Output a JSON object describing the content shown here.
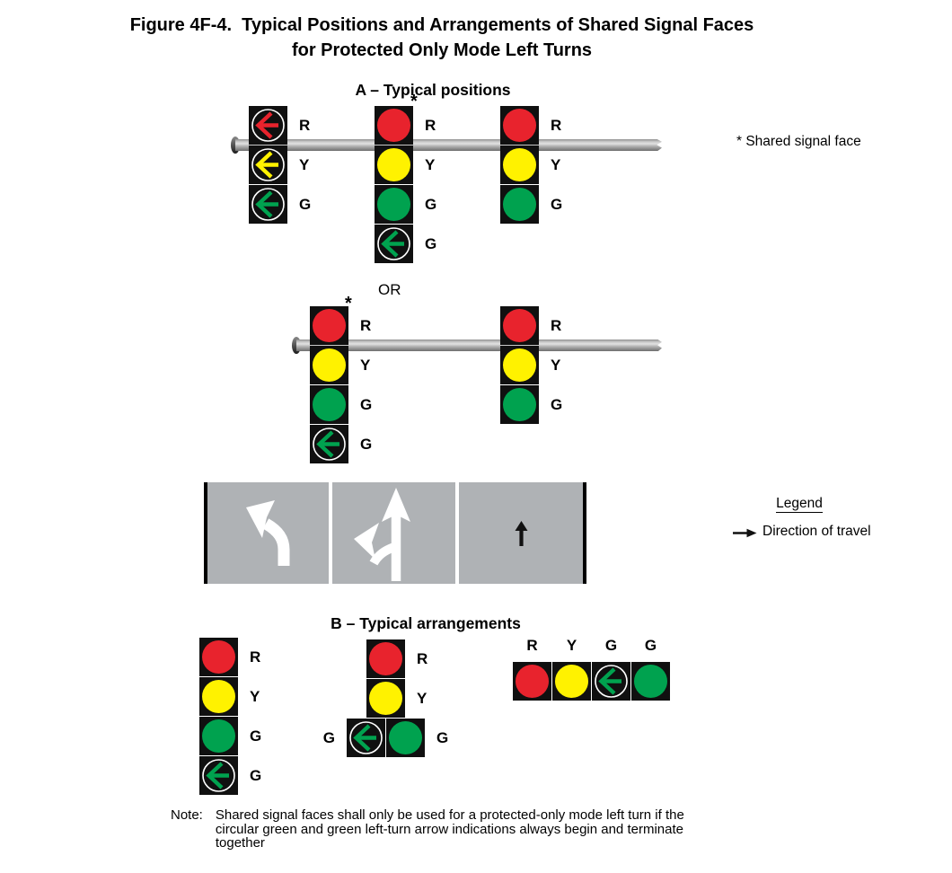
{
  "figure": {
    "title_line1": "Figure 4F-4.  Typical Positions and Arrangements of Shared Signal Faces",
    "title_line2": "for Protected Only Mode Left Turns"
  },
  "colors": {
    "red": "#E8232D",
    "yellow": "#FFF200",
    "green": "#00A24F",
    "signal_housing": "#101010",
    "road_gray": "#AFB2B5",
    "mast_arm_gray": "#B2B2B2"
  },
  "section_a": {
    "heading": "A – Typical positions",
    "or_label": "OR",
    "shared_face_marker": "*",
    "shared_face_note": "* Shared signal face",
    "row1": {
      "left_signal": {
        "sections": [
          {
            "lens": "red-left-arrow",
            "label": "R"
          },
          {
            "lens": "yellow-left-arrow",
            "label": "Y"
          },
          {
            "lens": "green-left-arrow",
            "label": "G"
          }
        ]
      },
      "center_signal": {
        "shared": true,
        "sections": [
          {
            "lens": "red-ball",
            "label": "R"
          },
          {
            "lens": "yellow-ball",
            "label": "Y"
          },
          {
            "lens": "green-ball",
            "label": "G"
          },
          {
            "lens": "green-left-arrow",
            "label": "G"
          }
        ]
      },
      "right_signal": {
        "sections": [
          {
            "lens": "red-ball",
            "label": "R"
          },
          {
            "lens": "yellow-ball",
            "label": "Y"
          },
          {
            "lens": "green-ball",
            "label": "G"
          }
        ]
      }
    },
    "row2": {
      "left_signal": {
        "shared": true,
        "sections": [
          {
            "lens": "red-ball",
            "label": "R"
          },
          {
            "lens": "yellow-ball",
            "label": "Y"
          },
          {
            "lens": "green-ball",
            "label": "G"
          },
          {
            "lens": "green-left-arrow",
            "label": "G"
          }
        ]
      },
      "right_signal": {
        "sections": [
          {
            "lens": "red-ball",
            "label": "R"
          },
          {
            "lens": "yellow-ball",
            "label": "Y"
          },
          {
            "lens": "green-ball",
            "label": "G"
          }
        ]
      }
    }
  },
  "roadway": {
    "lanes": [
      {
        "marking": "left-turn-arrow",
        "color": "white"
      },
      {
        "marking": "left-turn-or-through-arrow",
        "color": "white"
      },
      {
        "marking": "direction-of-travel-arrow",
        "color": "black"
      }
    ]
  },
  "legend": {
    "title": "Legend",
    "entries": [
      {
        "symbol": "right-arrow",
        "label": "Direction of travel"
      }
    ]
  },
  "section_b": {
    "heading": "B – Typical arrangements",
    "vertical_signal": {
      "sections": [
        {
          "lens": "red-ball",
          "label": "R"
        },
        {
          "lens": "yellow-ball",
          "label": "Y"
        },
        {
          "lens": "green-ball",
          "label": "G"
        },
        {
          "lens": "green-left-arrow",
          "label": "G"
        }
      ]
    },
    "cluster_signal": {
      "top_sections": [
        {
          "lens": "red-ball",
          "label": "R"
        },
        {
          "lens": "yellow-ball",
          "label": "Y"
        }
      ],
      "bottom_sections": [
        {
          "lens": "green-left-arrow",
          "label": "G",
          "label_side": "left"
        },
        {
          "lens": "green-ball",
          "label": "G",
          "label_side": "right"
        }
      ]
    },
    "horizontal_signal": {
      "sections": [
        {
          "lens": "red-ball",
          "label": "R"
        },
        {
          "lens": "yellow-ball",
          "label": "Y"
        },
        {
          "lens": "green-left-arrow",
          "label": "G"
        },
        {
          "lens": "green-ball",
          "label": "G"
        }
      ]
    }
  },
  "note": {
    "label": "Note:",
    "text": "Shared signal faces shall only be used for a protected-only mode left turn if the circular green and green left-turn arrow indications always begin and terminate together"
  }
}
